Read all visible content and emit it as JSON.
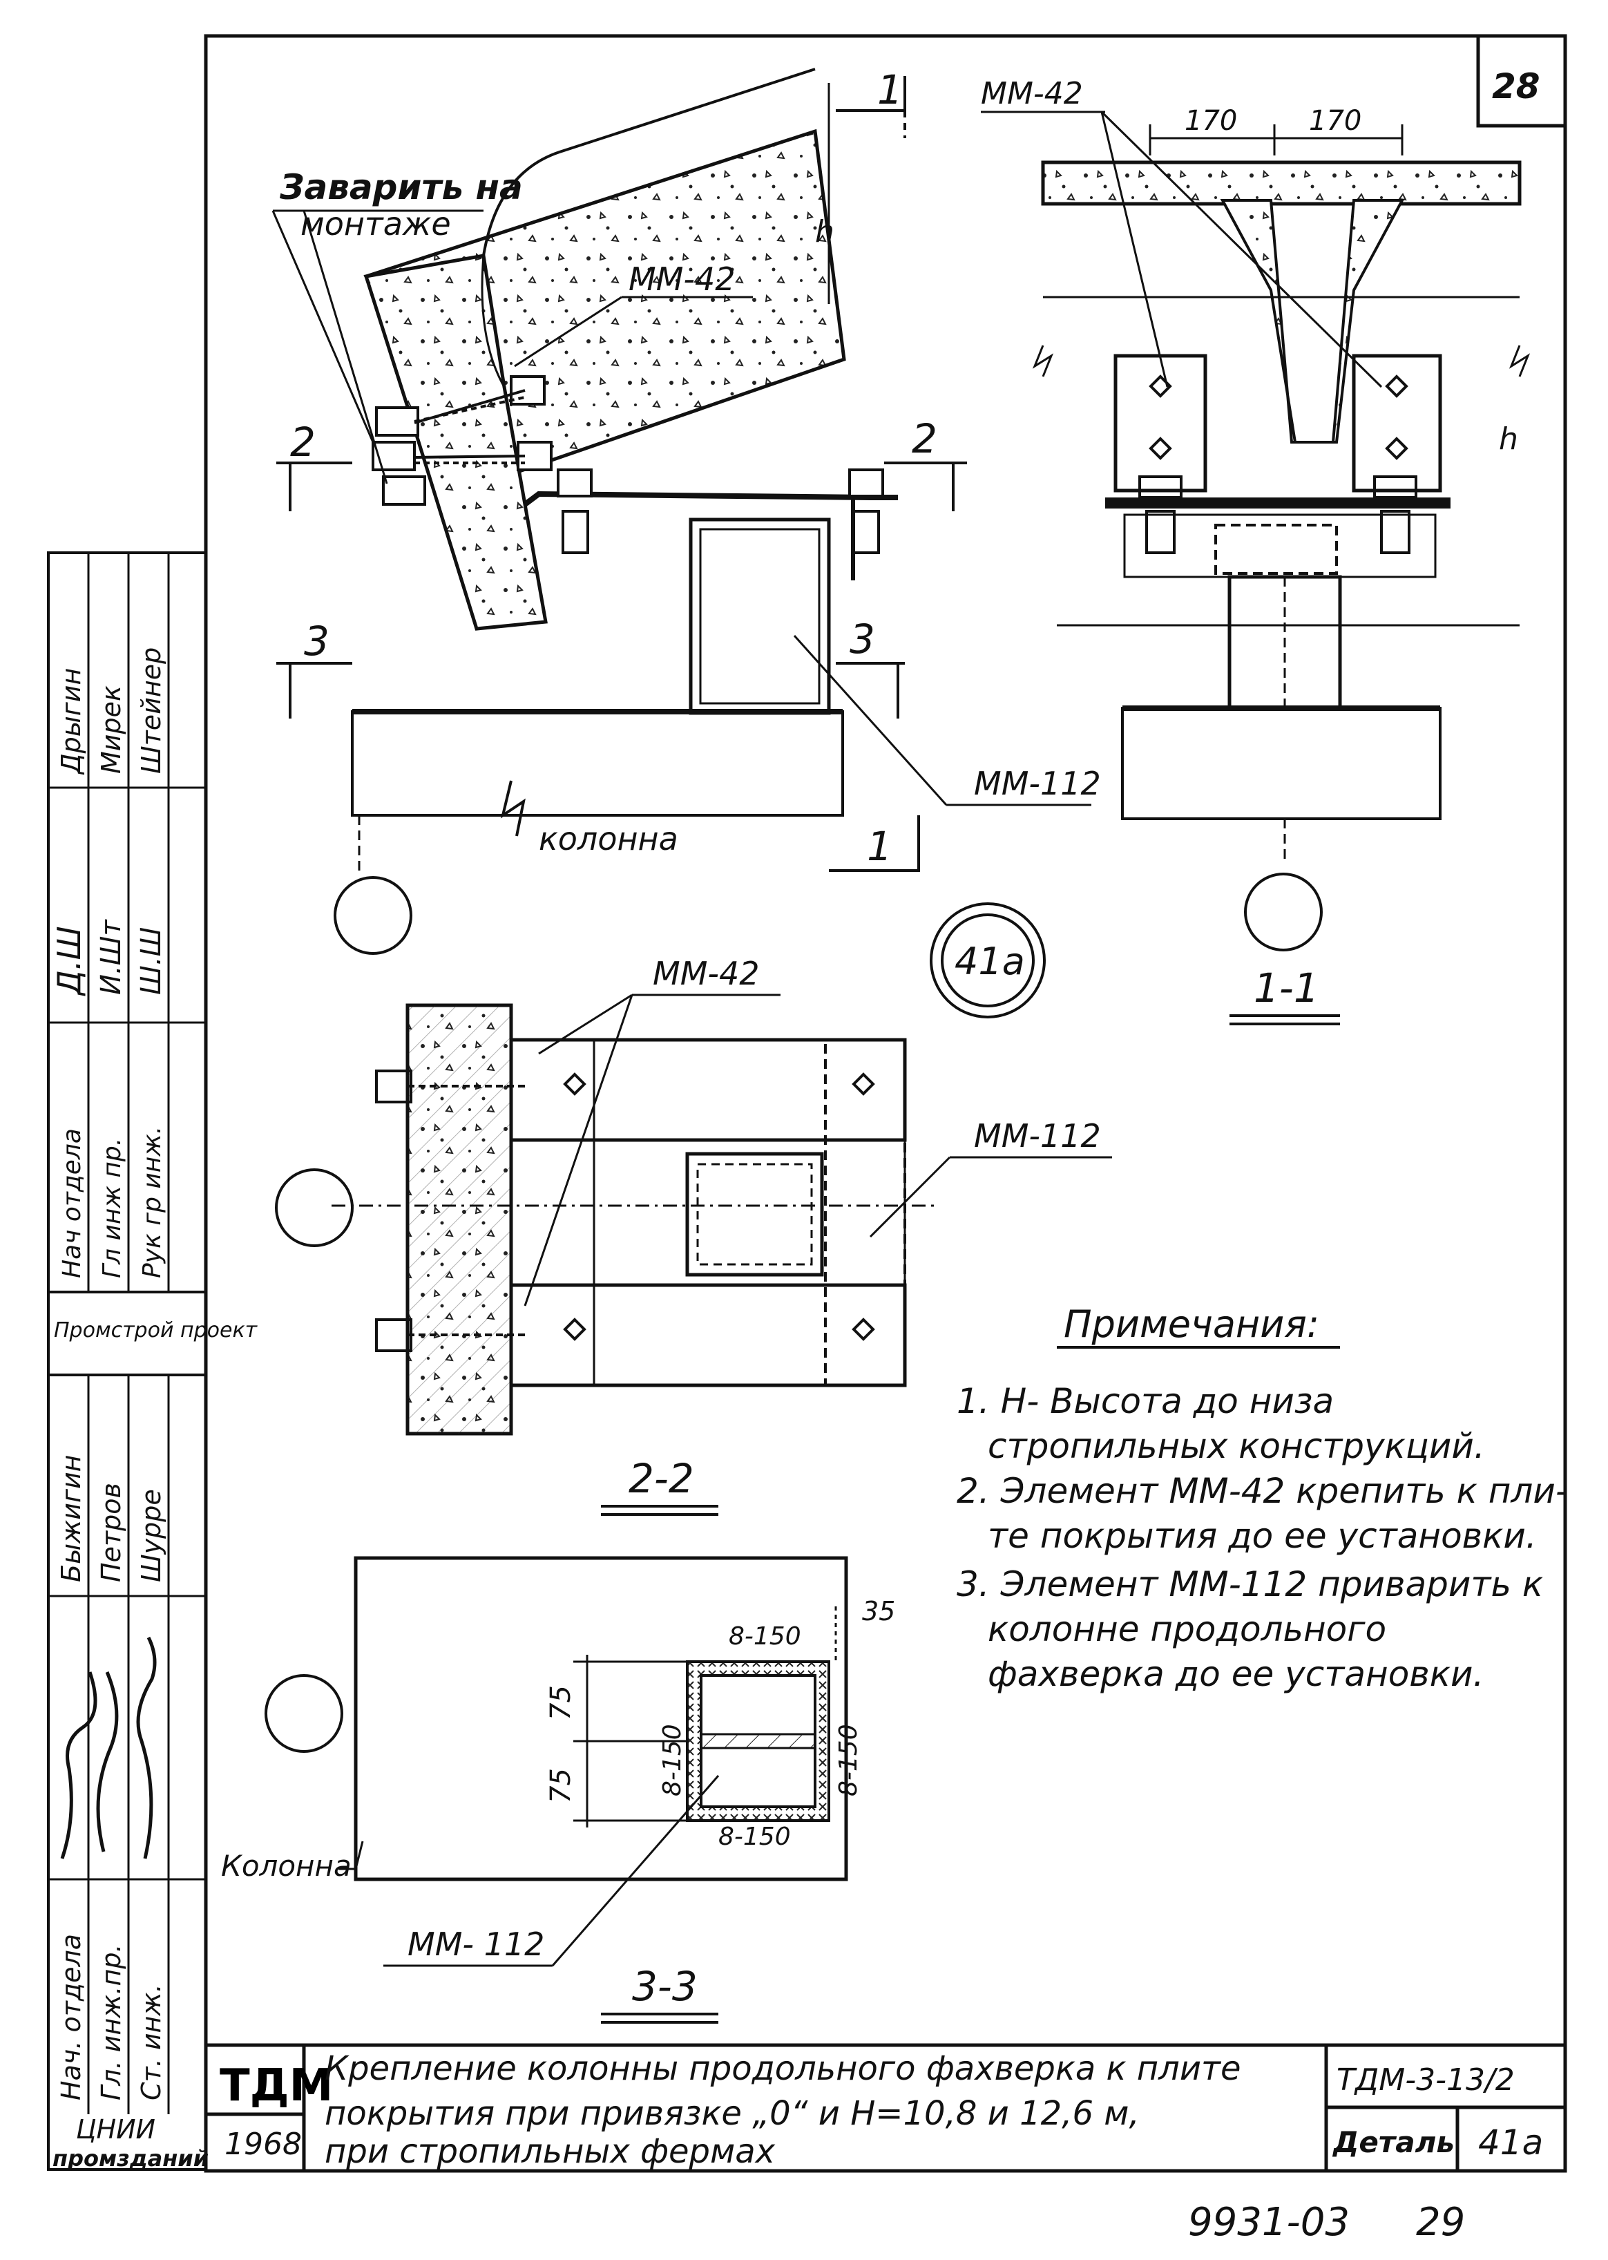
{
  "sheet": {
    "page_number": "28",
    "footer_number": "9931-03",
    "footer_page": "29",
    "detail_marker": "41а"
  },
  "title_block": {
    "org_mark": "ТДМ",
    "year": "1968",
    "title_line1": "Крепление   колонны   продольного фахверка к плите",
    "title_line2": "покрытия при привязке „0“ и Н=10,8 и 12,6 м,",
    "title_line3": "при стропильных фермах",
    "series_code": "ТДМ-3-13/2",
    "detail_label": "Деталь",
    "detail_value": "41а",
    "institute_line1": "ЦНИИ",
    "institute_line2": "промзданий"
  },
  "side_stamp_upper": {
    "org": "Промстрой проект",
    "roles": [
      "Нач отдела",
      "Гл инж пр.",
      "Рук гр инж."
    ],
    "names": [
      "Дрыгин",
      "Мирек",
      "Штейнер"
    ],
    "signatures": [
      "Д.Ш",
      "И.Шт",
      "Ш.Ш"
    ]
  },
  "side_stamp_lower": {
    "roles": [
      "Нач. отдела",
      "Гл. инж.пр.",
      "Ст. инж."
    ],
    "names": [
      "Быжигин",
      "Петров",
      "Шурре"
    ]
  },
  "drawing": {
    "weld_note_line1": "Заварить на",
    "weld_note_line2": "монтаже",
    "mm42": "ММ-42",
    "mm112": "ММ-112",
    "column_label": "колонна",
    "h_mark": "h",
    "section_marks": [
      "1",
      "2",
      "3"
    ],
    "dim_170_left": "170",
    "dim_170_right": "170",
    "view_1_1": "1-1",
    "view_2_2": "2-2",
    "view_3_3": "3-3",
    "mm42_view22": "ММ-42",
    "mm112_view22": "ММ-112",
    "mm112_view33": "ММ- 112",
    "column_label_33": "Колонна",
    "weld_8_150": "8-150",
    "dim_35": "35",
    "dim_75": "75"
  },
  "notes": {
    "heading": "Примечания:",
    "items": [
      "1. Н- Высота до низа",
      "стропильных конструкций.",
      "2. Элемент ММ-42 крепить к пли-",
      "те покрытия до ее установки.",
      "3. Элемент ММ-112 приварить к",
      "колонне продольного",
      "фахверка до ее установки."
    ]
  }
}
